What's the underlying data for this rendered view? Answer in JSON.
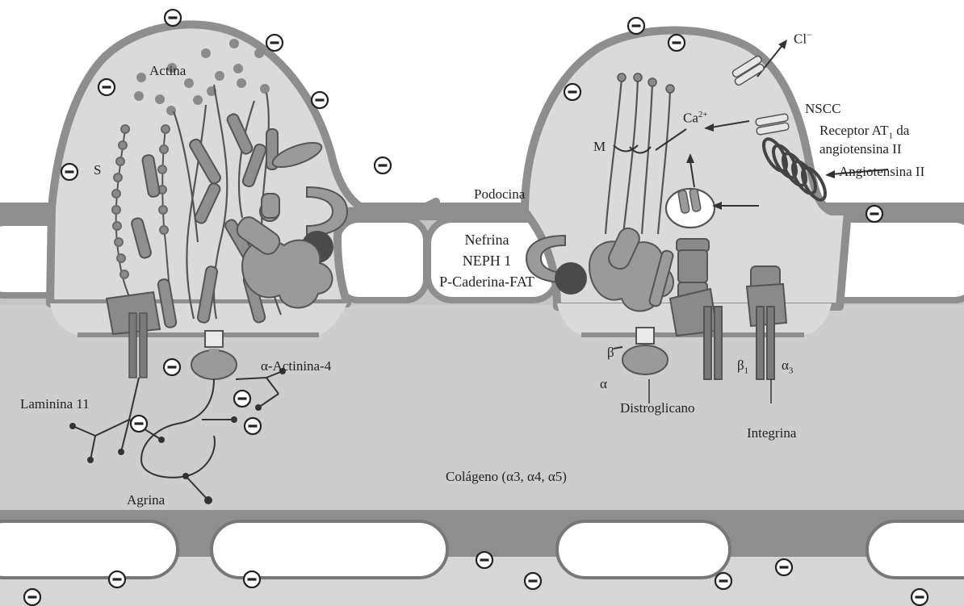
{
  "colors": {
    "membrane": "#8c8c8c",
    "cytoplasm": "#dcdcdc",
    "basement": "#c8c8c8",
    "protein_dark": "#6f6f6f",
    "protein_mid": "#9a9a9a",
    "protein_light": "#b8b8b8",
    "ink": "#222222"
  },
  "icons": [
    "negative-charge-icon",
    "calcium-channel-icon",
    "receptor-coil-icon"
  ],
  "labels": {
    "actina": "Actina",
    "s": "S",
    "alfa_actinina": "α-Actinina-4",
    "laminina": "Laminina 11",
    "agrina": "Agrina",
    "podocina": "Podocina",
    "nefrina": "Nefrina",
    "neph1": "NEPH 1",
    "p_caderina": "P-Caderina-FAT",
    "m": "M",
    "ca": "Ca",
    "ca_sup": "2+",
    "cl": "Cl",
    "cl_sup": "−",
    "nscc": "NSCC",
    "receptor_line1": "Receptor AT",
    "receptor_sub": "1",
    "receptor_line1_tail": " da",
    "receptor_line2": "angiotensina II",
    "angiotensina": "Angiotensina II",
    "beta": "β",
    "alfa": "α",
    "distroglicano": "Distroglicano",
    "beta1": "β",
    "beta1_sub": "1",
    "alfa3": "α",
    "alfa3_sub": "3",
    "integrina": "Integrina",
    "colageno": "Colágeno (α3, α4, α5)"
  }
}
